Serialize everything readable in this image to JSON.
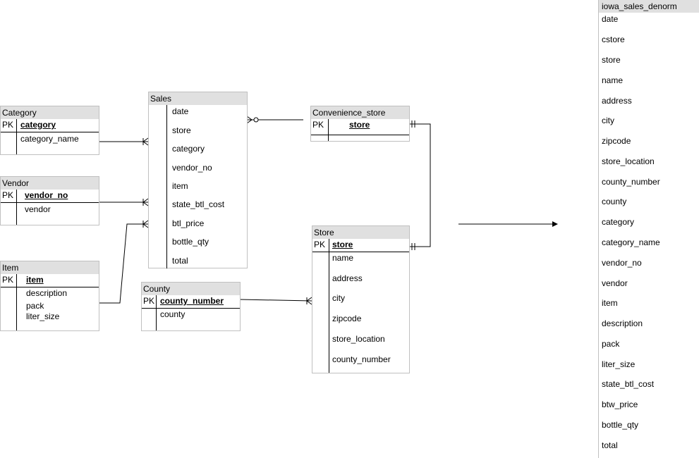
{
  "tables": {
    "category": {
      "title": "Category",
      "pk_label": "PK",
      "pk": "category",
      "fields": [
        "category_name"
      ]
    },
    "vendor": {
      "title": "Vendor",
      "pk_label": "PK",
      "pk": "vendor_no",
      "fields": [
        "vendor"
      ]
    },
    "item": {
      "title": "Item",
      "pk_label": "PK",
      "pk": "item",
      "fields": [
        "description",
        "pack",
        "liter_size"
      ]
    },
    "sales": {
      "title": "Sales",
      "fields": [
        "date",
        "store",
        "category",
        "vendor_no",
        "item",
        "state_btl_cost",
        "btl_price",
        "bottle_qty",
        "total"
      ]
    },
    "county": {
      "title": "County",
      "pk_label": "PK",
      "pk": "county_number",
      "fields": [
        "county"
      ]
    },
    "convenience_store": {
      "title": "Convenience_store",
      "pk_label": "PK",
      "pk": "store",
      "fields": []
    },
    "store": {
      "title": "Store",
      "pk_label": "PK",
      "pk": "store",
      "fields": [
        "name",
        "address",
        "city",
        "zipcode",
        "store_location",
        "county_number"
      ]
    }
  },
  "denormalized": {
    "title": "iowa_sales_denorm",
    "fields": [
      "date",
      "cstore",
      "store",
      "name",
      "address",
      "city",
      "zipcode",
      "store_location",
      "county_number",
      "county",
      "category",
      "category_name",
      "vendor_no",
      "vendor",
      "item",
      "description",
      "pack",
      "liter_size",
      "state_btl_cost",
      "btw_price",
      "bottle_qty",
      "total"
    ]
  }
}
